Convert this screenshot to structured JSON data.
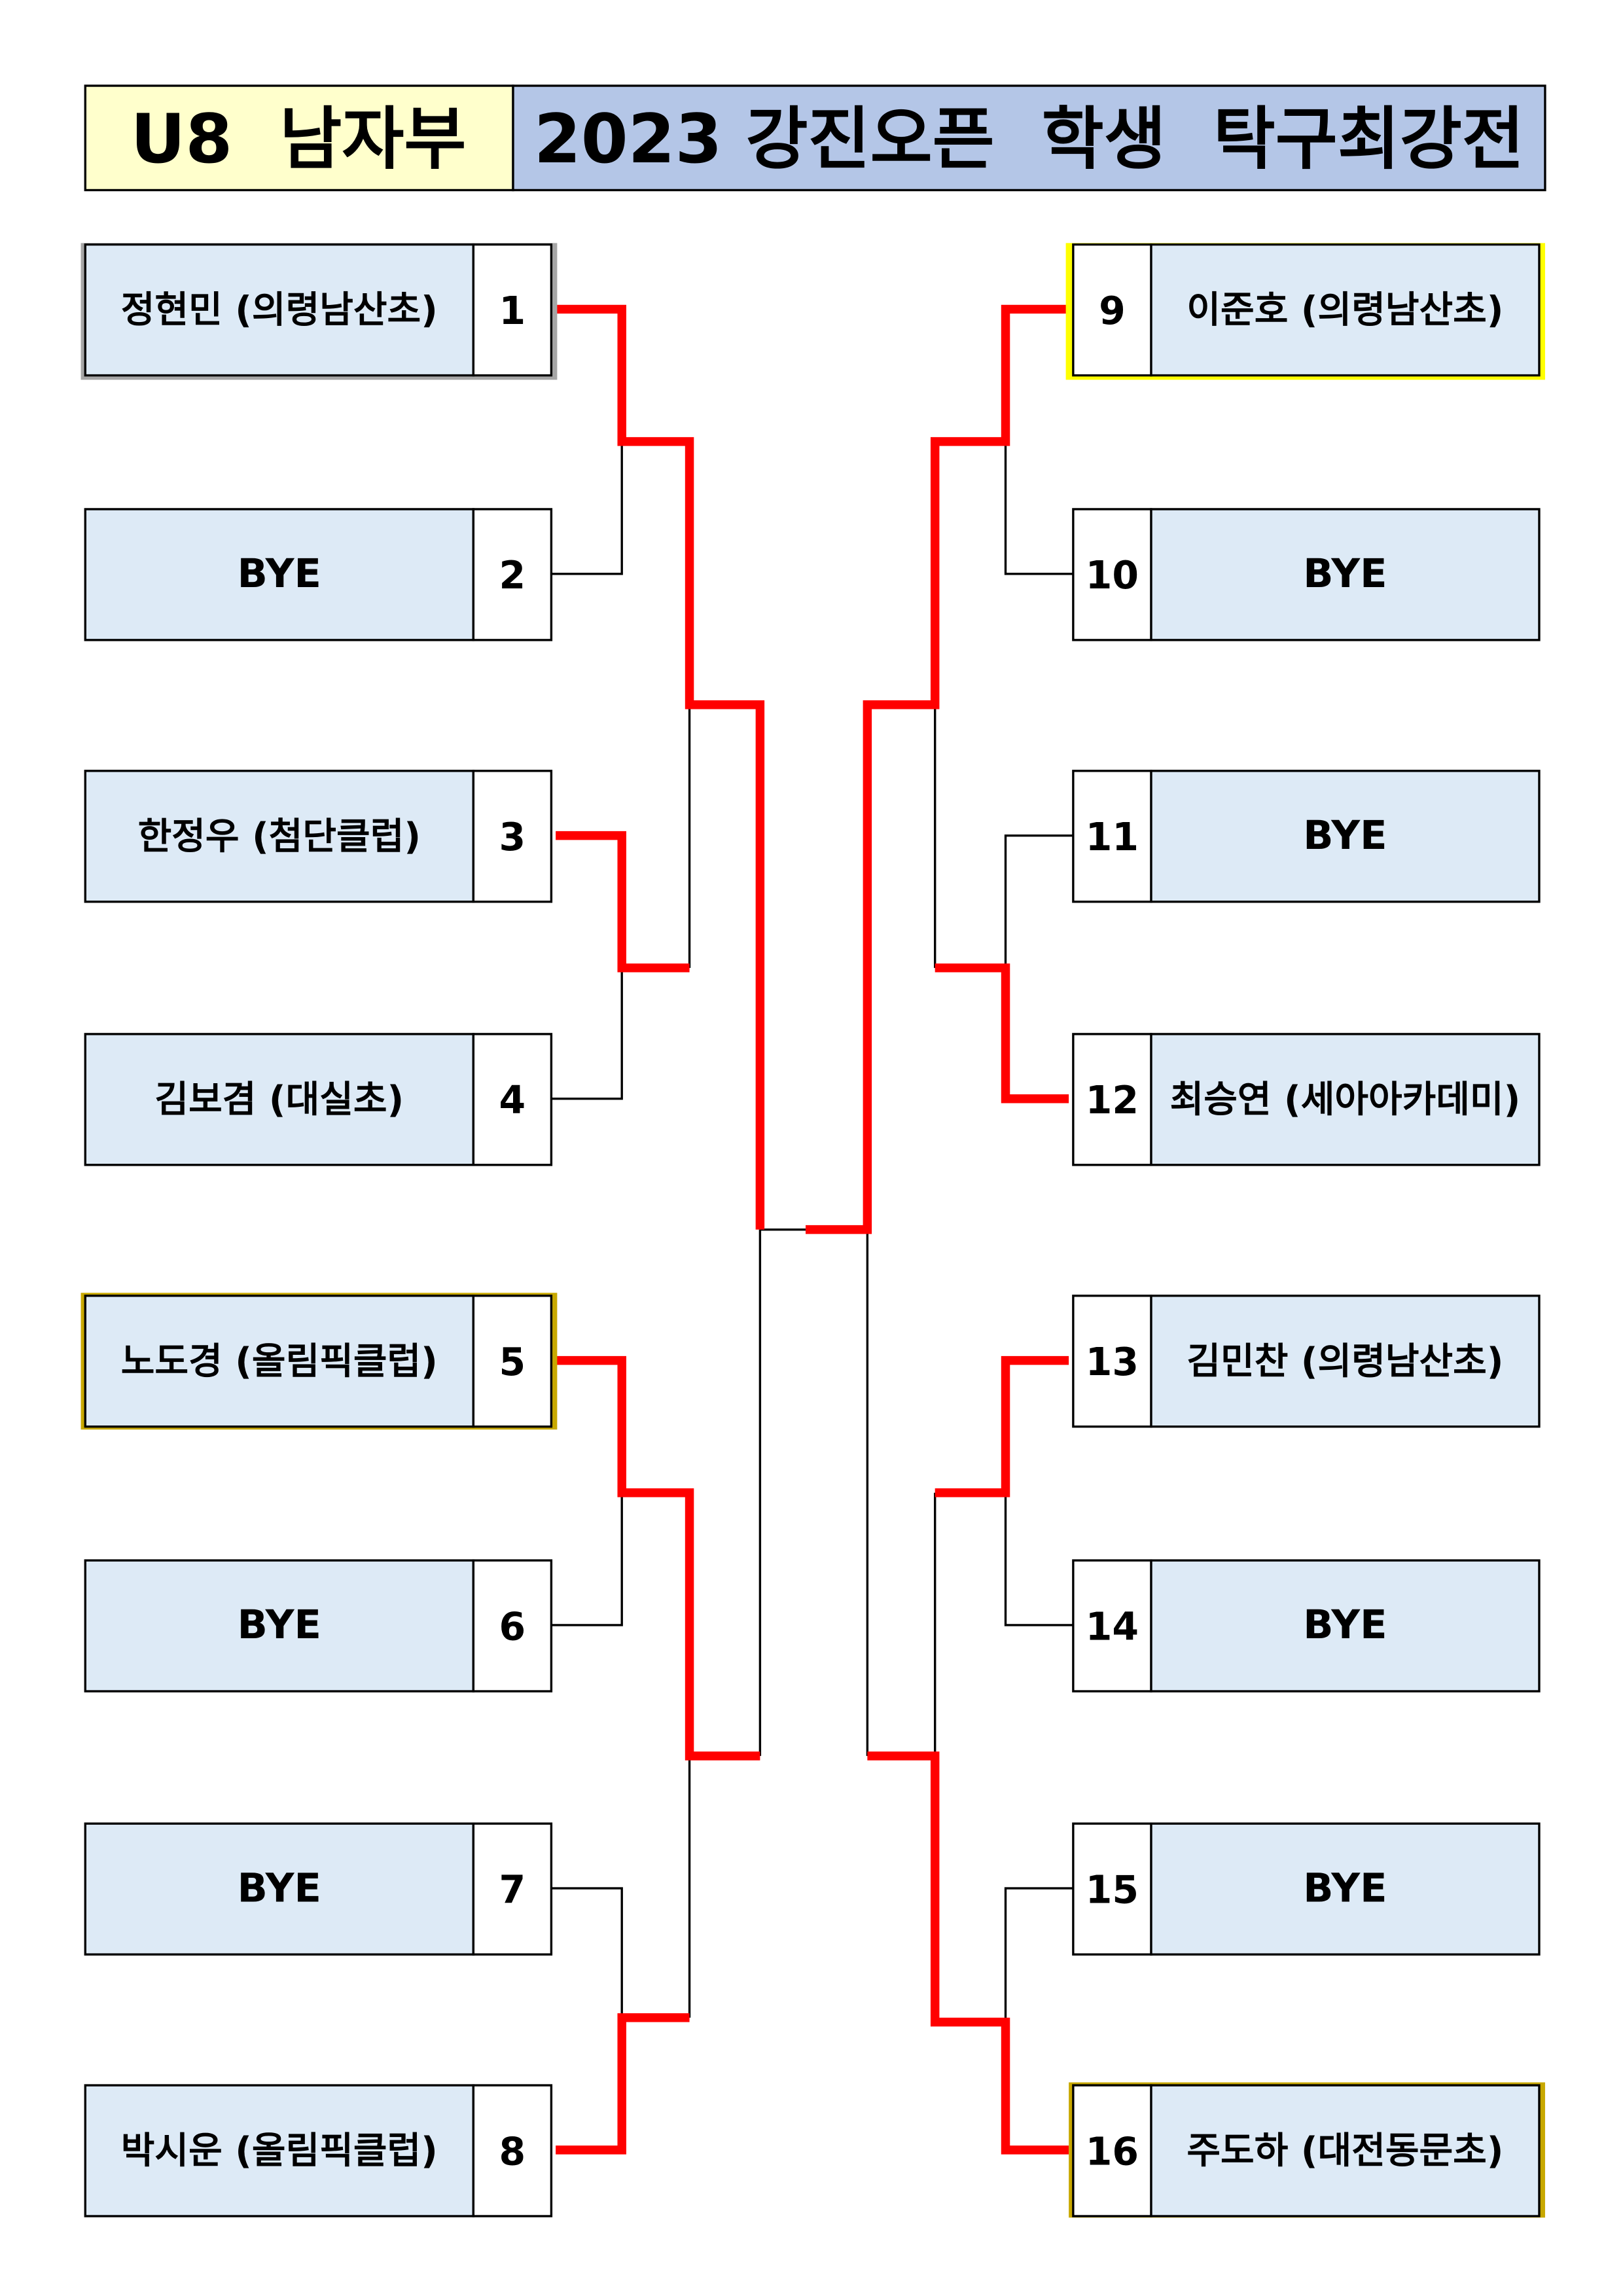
{
  "header": {
    "division": "U8  남자부",
    "tournament": "2023 강진오픈  학생  탁구최강전"
  },
  "left_bracket": [
    {
      "seed": "1",
      "player": "정현민 (의령남산초)"
    },
    {
      "seed": "2",
      "player": "BYE"
    },
    {
      "seed": "3",
      "player": "한정우 (첨단클럽)"
    },
    {
      "seed": "4",
      "player": "김보겸 (대실초)"
    },
    {
      "seed": "5",
      "player": "노도경 (올림픽클럽)"
    },
    {
      "seed": "6",
      "player": "BYE"
    },
    {
      "seed": "7",
      "player": "BYE"
    },
    {
      "seed": "8",
      "player": "박시운 (올림픽클럽)"
    }
  ],
  "right_bracket": [
    {
      "seed": "9",
      "player": "이준호 (의령남산초)"
    },
    {
      "seed": "10",
      "player": "BYE"
    },
    {
      "seed": "11",
      "player": "BYE"
    },
    {
      "seed": "12",
      "player": "최승연 (세아아카데미)"
    },
    {
      "seed": "13",
      "player": "김민찬 (의령남산초)"
    },
    {
      "seed": "14",
      "player": "BYE"
    },
    {
      "seed": "15",
      "player": "BYE"
    },
    {
      "seed": "16",
      "player": "주도하 (대전동문초)"
    }
  ],
  "colors": {
    "winner_line": "#ff0000",
    "highlight_gray": "#a6a6a6",
    "highlight_yellow": "#ffff00",
    "highlight_gold": "#c8a800",
    "cell_fill": "#ddeaf6",
    "header_left": "#ffffcc",
    "header_right": "#b4c6e7"
  }
}
